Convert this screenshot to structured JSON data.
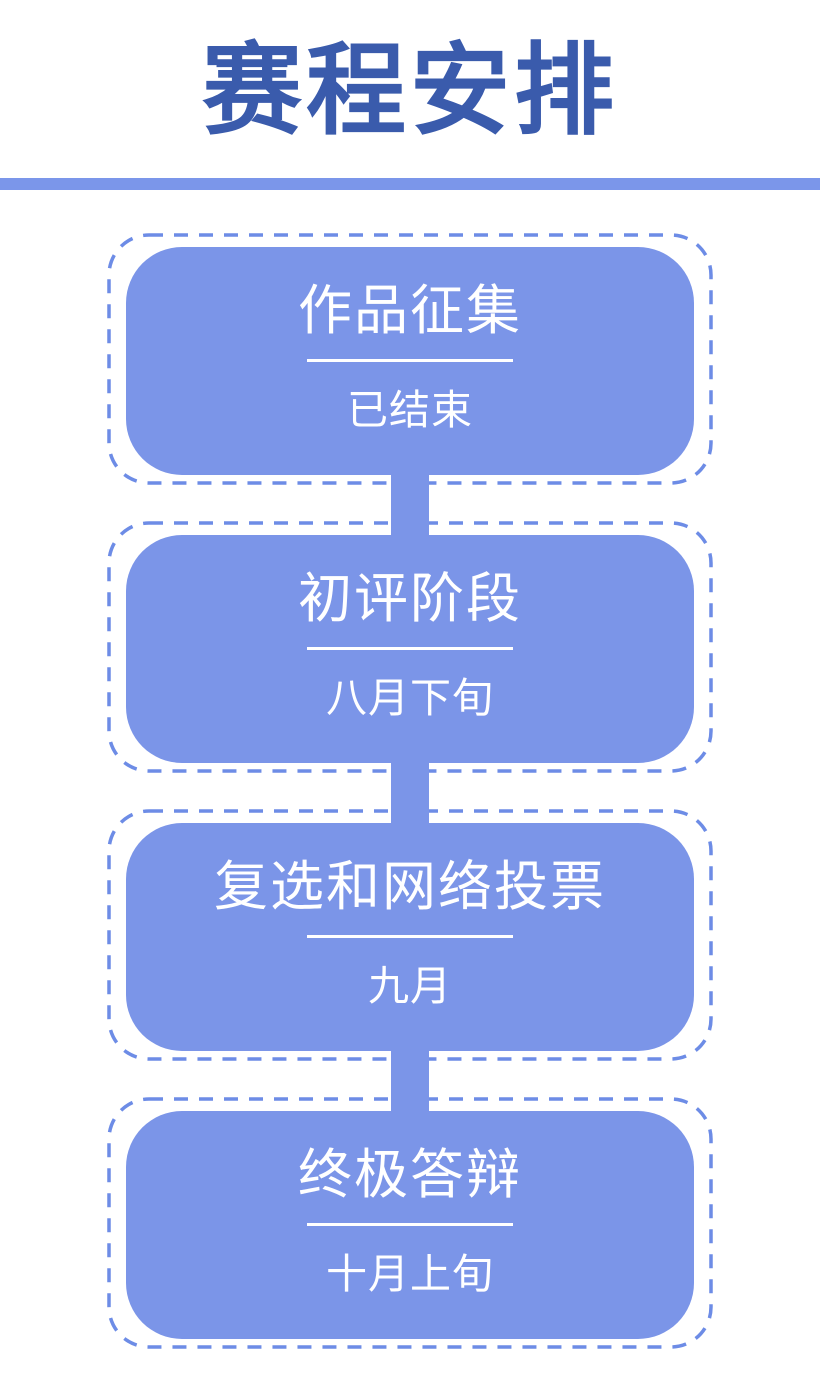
{
  "header": {
    "title": "赛程安排"
  },
  "stages": [
    {
      "name": "作品征集",
      "time": "已结束"
    },
    {
      "name": "初评阶段",
      "time": "八月下旬"
    },
    {
      "name": "复选和网络投票",
      "time": "九月"
    },
    {
      "name": "终极答辩",
      "time": "十月上旬"
    }
  ],
  "theme": {
    "accent": "#7B95E8",
    "dash": "#6D8CE6",
    "rule": "#7B96EA",
    "title_color": "#3A5BAC",
    "card_text": "#FFFFFF"
  }
}
